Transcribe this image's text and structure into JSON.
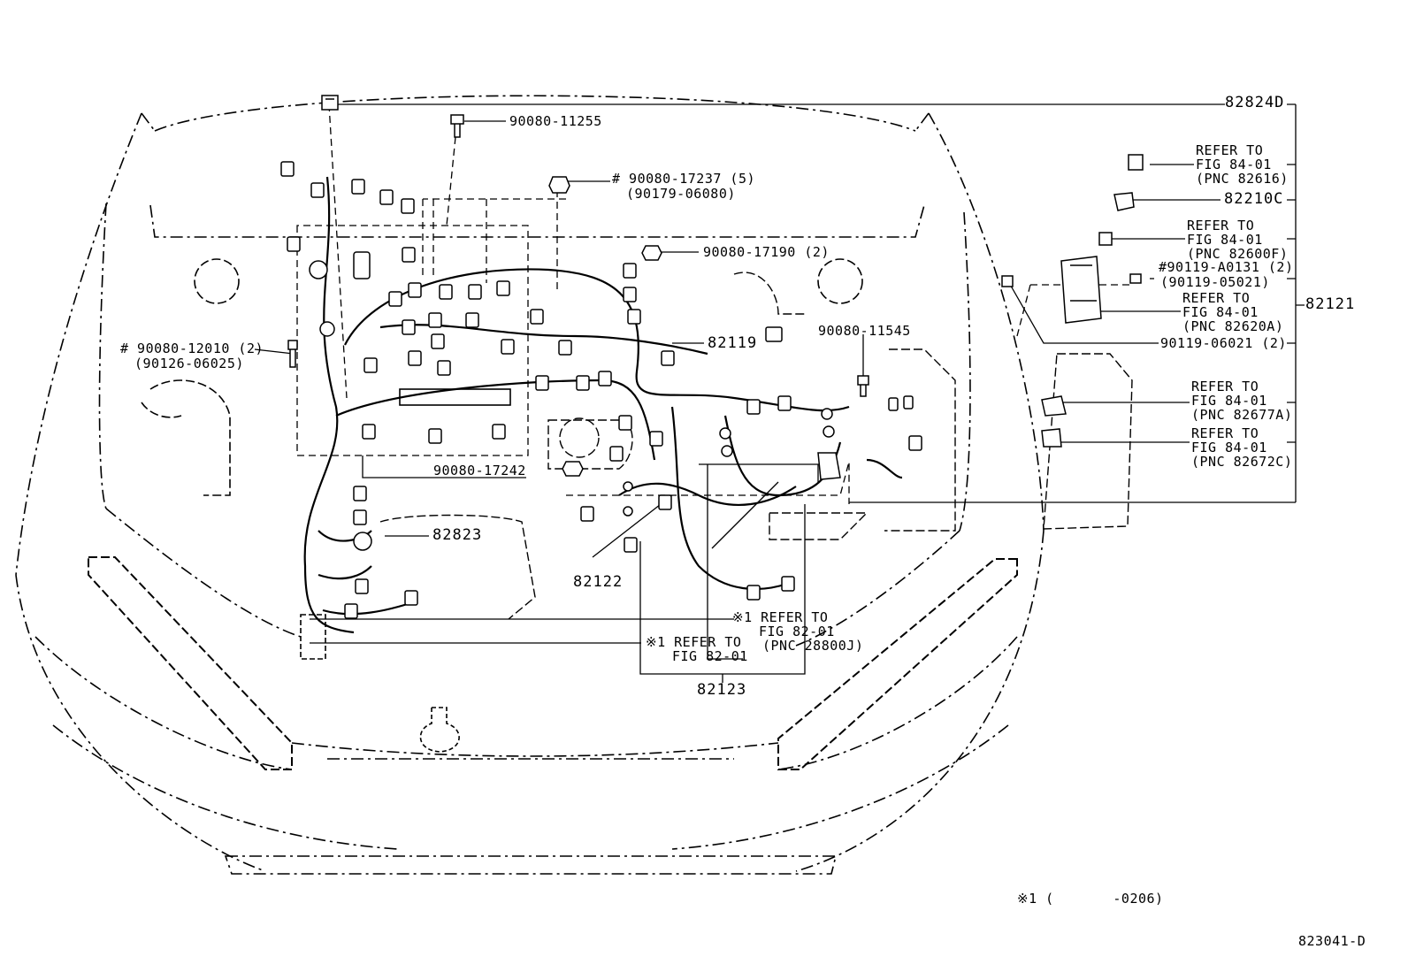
{
  "labels": {
    "p82824D": "82824D",
    "p90080_11255": "90080-11255",
    "p90080_17237": "# 90080-17237 (5)",
    "p90179_06080": "(90179-06080)",
    "p90080_17190": "90080-17190 (2)",
    "p82119": "82119",
    "p90080_11545": "90080-11545",
    "p90080_12010": "# 90080-12010 (2)",
    "p90126_06025": "(90126-06025)",
    "p90080_17242": "90080-17242",
    "p82823": "82823",
    "p82122": "82122",
    "p82123": "82123",
    "p82121": "82121",
    "p82210C": "82210C",
    "p90119_A0131": "#90119-A0131 (2)",
    "p90119_05021": "(90119-05021)",
    "p90119_06021": "90119-06021 (2)"
  },
  "refer_notes": [
    {
      "id": "r82616",
      "lines": [
        "REFER TO",
        "FIG 84-01",
        "(PNC 82616)"
      ]
    },
    {
      "id": "r82600F",
      "lines": [
        "REFER TO",
        "FIG 84-01",
        "(PNC 82600F)"
      ]
    },
    {
      "id": "r82620A",
      "lines": [
        "REFER TO",
        "FIG 84-01",
        "(PNC 82620A)"
      ]
    },
    {
      "id": "r82677A",
      "lines": [
        "REFER TO",
        "FIG 84-01",
        "(PNC 82677A)"
      ]
    },
    {
      "id": "r82672C",
      "lines": [
        "REFER TO",
        "FIG 84-01",
        "(PNC 82672C)"
      ]
    },
    {
      "id": "r28800J",
      "lines": [
        "※1 REFER TO",
        "FIG 82-01",
        "(PNC 28800J)"
      ]
    },
    {
      "id": "r8201",
      "lines": [
        "※1 REFER TO",
        "FIG 82-01"
      ]
    }
  ],
  "footnote": "※1 (       -0206)",
  "figure_id": "823041-D"
}
